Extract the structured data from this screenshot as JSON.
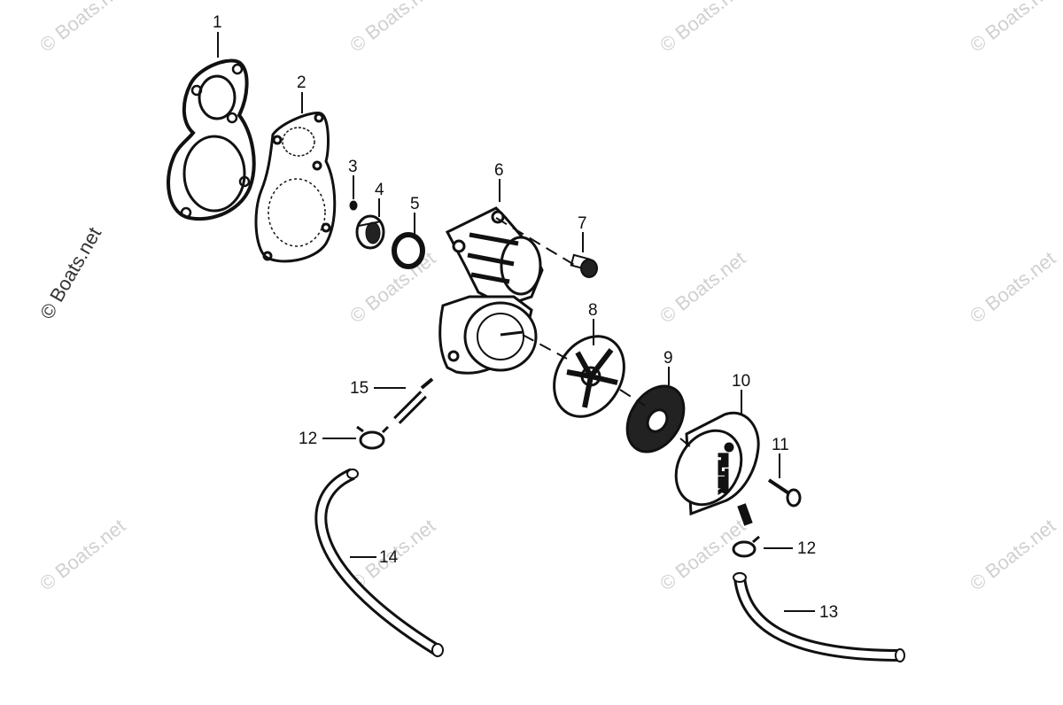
{
  "watermark": {
    "text": "© Boats.net",
    "color": "#d0d0d0"
  },
  "callouts": [
    "1",
    "2",
    "3",
    "4",
    "5",
    "6",
    "7",
    "8",
    "9",
    "10",
    "11",
    "12",
    "12",
    "13",
    "14",
    "15"
  ],
  "filter_text": "FILTER"
}
